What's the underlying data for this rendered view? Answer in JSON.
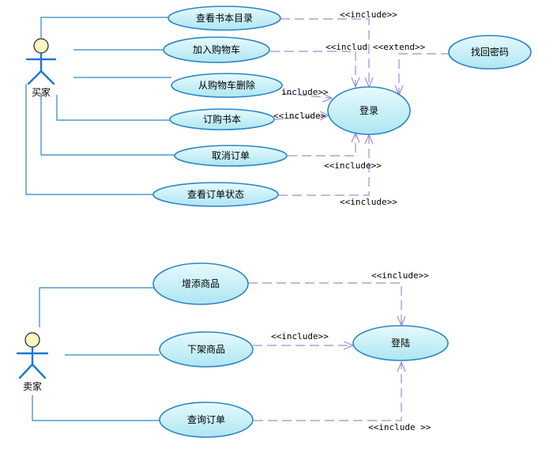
{
  "buyer_diagram": {
    "actor": "买家",
    "use_cases": {
      "browse_catalog": "查看书本目录",
      "add_to_cart": "加入购物车",
      "remove_from_cart": "从购物车删除",
      "order_book": "订购书本",
      "cancel_order": "取消订单",
      "view_order_status": "查看订单状态",
      "login": "登录",
      "recover_password": "找回密码"
    },
    "stereotypes": {
      "browse_include": "<<include>>",
      "cart_include": "<<includ",
      "extend": "<<extend>>",
      "remove_include": "include>>",
      "order_include": "<<include>",
      "cancel_include": "<<include>>",
      "status_include": "<<include>>"
    }
  },
  "seller_diagram": {
    "actor": "卖家",
    "use_cases": {
      "add_goods": "增添商品",
      "delist_goods": "下架商品",
      "query_orders": "查询订单",
      "login": "登陆"
    },
    "stereotypes": {
      "add_include": "<<include>>",
      "delist_include": "<<include>>",
      "query_include": "<<include >>"
    }
  },
  "colors": {
    "use_case_fill_top": "#d9f6fb",
    "use_case_fill_bottom": "#aee6f2",
    "use_case_border": "#2b86c5",
    "dependency_line": "#a08ad8",
    "actor_head": "#fbf7c2",
    "actor_body": "#1a78d2"
  }
}
